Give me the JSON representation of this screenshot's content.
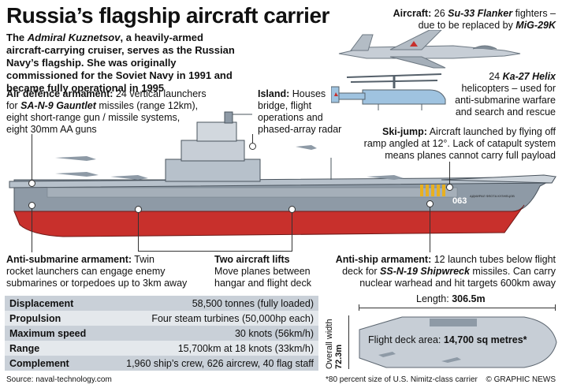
{
  "title": "Russia’s flagship aircraft carrier",
  "intro": {
    "pre": "The ",
    "ship": "Admiral Kuznetsov",
    "post": ", a heavily-armed aircraft-carrying cruiser, serves as the Russian Navy’s flagship. She was originally commissioned for the Soviet Navy in 1991 and became fully operational in 1995"
  },
  "aircraft": {
    "label": "Aircraft:",
    "text1": " 26 ",
    "model1": "Su-33 Flanker",
    "text2": " fighters –",
    "line2": "due to be replaced by ",
    "model2": "MiG-29K"
  },
  "helicopters": {
    "pre": "24 ",
    "model": "Ka-27 Helix",
    "line2": "helicopters – used for",
    "line3": "anti-submarine warfare",
    "line4": "and search and rescue"
  },
  "air_defence": {
    "label": "Air defence armament:",
    "text1": " 24 vertical launchers",
    "pre2": "for ",
    "model": "SA-N-9 Gauntlet",
    "text2": " missiles (range 12km),",
    "line3": "eight short-range gun / missile systems,",
    "line4": "eight 30mm AA guns"
  },
  "island": {
    "label": "Island:",
    "text1": " Houses",
    "line2": "bridge, flight",
    "line3": "operations and",
    "line4": "phased-array radar"
  },
  "ski_jump": {
    "label": "Ski-jump:",
    "text1": " Aircraft launched by flying off",
    "line2": "ramp angled at 12°. Lack of catapult system",
    "line3": "means planes cannot carry full payload"
  },
  "anti_sub": {
    "label": "Anti-submarine armament:",
    "text1": " Twin",
    "line2": "rocket launchers can engage enemy",
    "line3": "submarines or torpedoes up to 3km away"
  },
  "lifts": {
    "label": "Two aircraft lifts",
    "line2": "Move planes between",
    "line3": "hangar and flight deck"
  },
  "anti_ship": {
    "label": "Anti-ship armament:",
    "text1": " 12 launch tubes below flight",
    "pre2": "deck for ",
    "model": "SS-N-19 Shipwreck",
    "text2": " missiles. Can carry",
    "line3": "nuclear warhead and hit targets 600km away"
  },
  "hull_number": "063",
  "hull_name": "АДМИРАЛ ФЛОТА КУЗНЕЦОВ",
  "specs": [
    {
      "key": "Displacement",
      "value": "58,500 tonnes (fully loaded)"
    },
    {
      "key": "Propulsion",
      "value": "Four steam turbines (50,000hp each)"
    },
    {
      "key": "Maximum speed",
      "value": "30 knots (56km/h)"
    },
    {
      "key": "Range",
      "value": "15,700km at 18 knots (33km/h)"
    },
    {
      "key": "Complement",
      "value": "1,960 ship’s crew, 626 aircrew, 40 flag staff"
    }
  ],
  "plan": {
    "length_label": "Length: ",
    "length_value": "306.5m",
    "width_label": "Overall width",
    "width_value": "72.3m",
    "deck_label": "Flight deck area: ",
    "deck_value": "14,700 sq metres*"
  },
  "source": "Source: naval-technology.com",
  "footnote": "*80 percent size of U.S. Nimitz-class carrier",
  "credit": "© GRAPHIC NEWS",
  "colors": {
    "hull_red": "#c8302c",
    "hull_grey": "#8e9aa6",
    "deck_grey": "#b7c1cb",
    "spec_dark": "#c9d0d8",
    "spec_light": "#e4e8ec"
  }
}
